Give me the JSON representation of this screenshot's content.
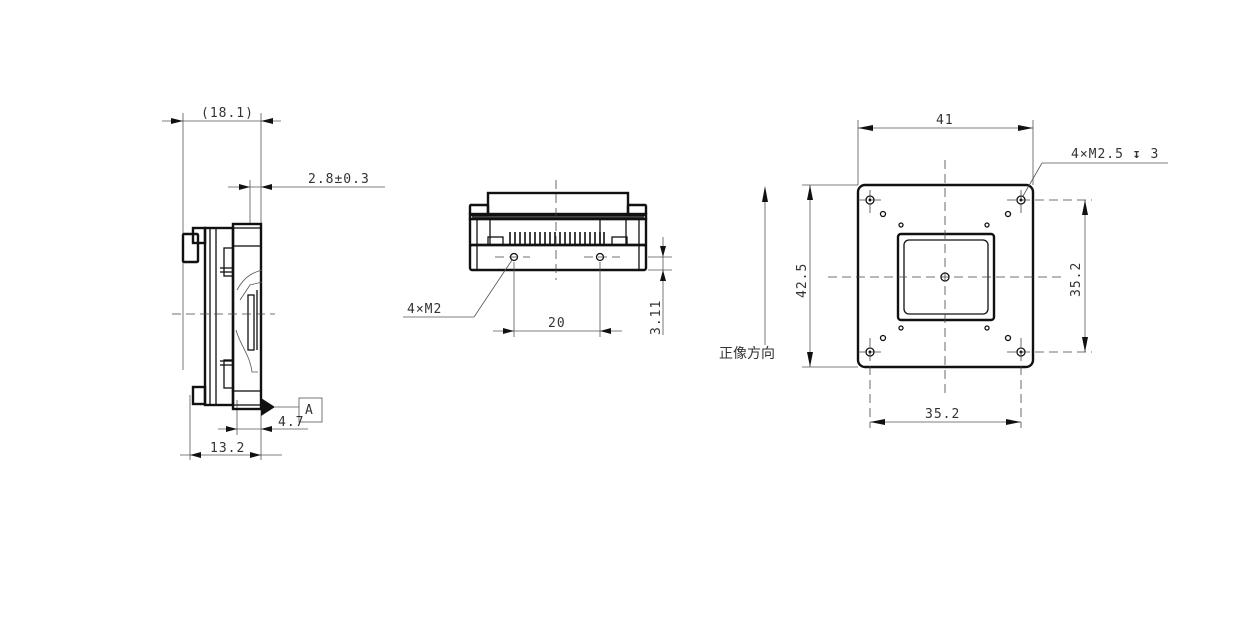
{
  "drawing": {
    "side_view": {
      "overall_depth": "(18.1)",
      "flange_thickness": "2.8±0.3",
      "datum_offset": "4.7",
      "body_depth": "13.2",
      "datum_label": "A"
    },
    "bottom_view": {
      "mount_hole_callout": "4×M2",
      "hole_spacing": "20",
      "hole_height": "3.11"
    },
    "front_view": {
      "width": "41",
      "height": "42.5",
      "hole_callout": "4×M2.5",
      "hole_depth_symbol": "↧",
      "hole_depth": "3",
      "hole_pitch_vertical": "35.2",
      "hole_pitch_horizontal": "35.2",
      "image_orientation_label": "正像方向"
    }
  }
}
